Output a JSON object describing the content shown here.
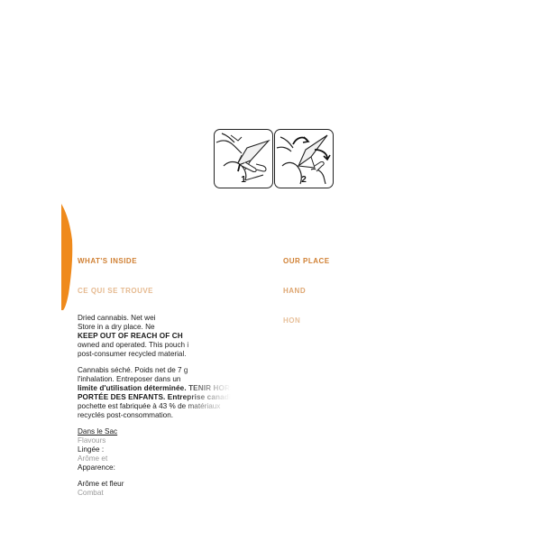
{
  "steps": [
    {
      "number": "1",
      "icon": "tear-pouch-hands-icon"
    },
    {
      "number": "2",
      "icon": "open-pouch-arrows-icon"
    }
  ],
  "headings": {
    "left_lines": [
      "WHAT'S INSIDE",
      "CE QUI SE TROUVE"
    ],
    "right_lines": [
      "OUR PLACE",
      "HAND",
      "HON"
    ]
  },
  "label": {
    "english": [
      "Dried cannabis. Net wei",
      "Store in a dry place. Ne",
      "KEEP OUT OF REACH OF CH",
      "owned and operated. This pouch i",
      "post-consumer recycled material."
    ],
    "french": [
      "Cannabis séché. Poids net de 7 g",
      "l'inhalation. Entreposer dans un",
      "limite d'utilisation déterminée. TENIR HORS DE LA",
      "PORTÉE DES ENFANTS. Entreprise canadienne",
      "pochette est fabriquée à 43 % de matériaux",
      "recyclés post-consommation."
    ],
    "inside": {
      "title": "Dans le Sac",
      "rows": [
        "Flavours",
        "Lingée :",
        "Arôme et",
        "Apparence:"
      ]
    },
    "notes": {
      "title": "Arôme et fleur",
      "rows": [
        "Combat"
      ]
    }
  },
  "colors": {
    "accent_orange": "#ef8a1c",
    "heading_orange": "#c86a10",
    "text": "#1a1a1a",
    "outline": "#222222"
  }
}
